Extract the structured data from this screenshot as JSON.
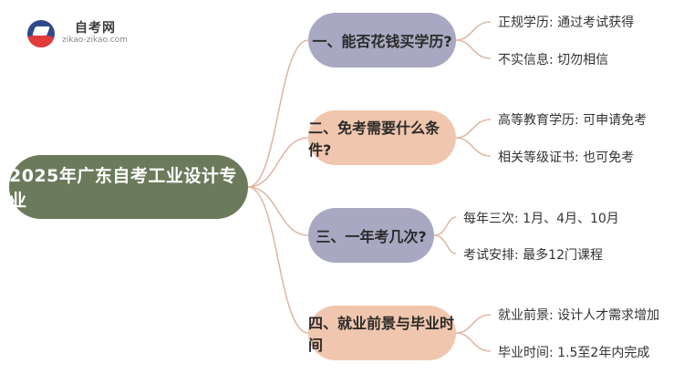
{
  "logo": {
    "title": "自考网",
    "url": "zikao-zikao.com"
  },
  "root": {
    "label": "2025年广东自考工业设计专业"
  },
  "branches": [
    {
      "label": "一、能否花钱买学历?",
      "leaves": [
        "正规学历: 通过考试获得",
        "不实信息: 切勿相信"
      ]
    },
    {
      "label": "二、免考需要什么条件?",
      "leaves": [
        "高等教育学历: 可申请免考",
        "相关等级证书: 也可免考"
      ]
    },
    {
      "label": "三、一年考几次?",
      "leaves": [
        "每年三次: 1月、4月、10月",
        "考试安排: 最多12门课程"
      ]
    },
    {
      "label": "四、就业前景与毕业时间",
      "leaves": [
        "就业前景: 设计人才需求增加",
        "毕业时间: 1.5至2年内完成"
      ]
    }
  ],
  "colors": {
    "root": "#6b7a5a",
    "branch_purple": "#a9a8c2",
    "branch_peach": "#f0c6ae",
    "connector": "#e0b8a6"
  }
}
